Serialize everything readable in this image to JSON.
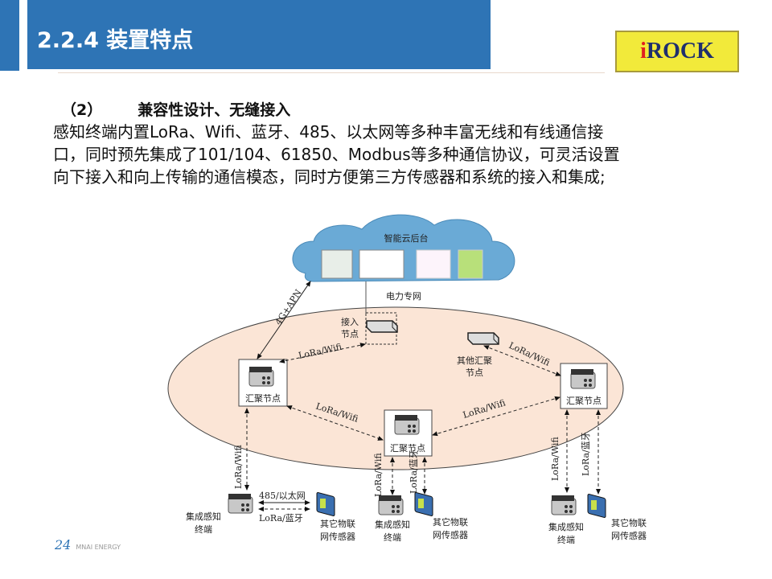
{
  "header": {
    "title": "2.2.4 装置特点"
  },
  "logo": {
    "i": "i",
    "rest": "ROCK"
  },
  "content": {
    "heading_num": "（2）",
    "heading_text": "兼容性设计、无缝接入",
    "lines": [
      "感知终端内置LoRa、Wifi、蓝牙、485、以太网等多种丰富无线和有线通信接",
      "口，同时预先集成了101/104、61850、Modbus等多种通信协议，可灵活设置",
      "向下接入和向上传输的通信模态，同时方便第三方传感器和系统的接入和集成;"
    ]
  },
  "diagram": {
    "cloud_label": "智能云后台",
    "power_net": "电力专网",
    "link_4g": "4G+APN",
    "access_node": [
      "接入",
      "节点"
    ],
    "other_node": [
      "其他汇聚",
      "节点"
    ],
    "agg_node": "汇聚节点",
    "lora_wifi": "LoRa/Wifi",
    "lora_bt": "LoRa/蓝牙",
    "rs485_eth": "485/以太网",
    "terminal": [
      "集成感知",
      "终端"
    ],
    "sensor": [
      "其它物联",
      "网传感器"
    ]
  },
  "footer": {
    "page": "24",
    "brand": "MNAI ENERGY"
  },
  "colors": {
    "accent": "#2e74b5",
    "ellipse": "#fbe5d6",
    "cloud": "#6aaad6"
  }
}
